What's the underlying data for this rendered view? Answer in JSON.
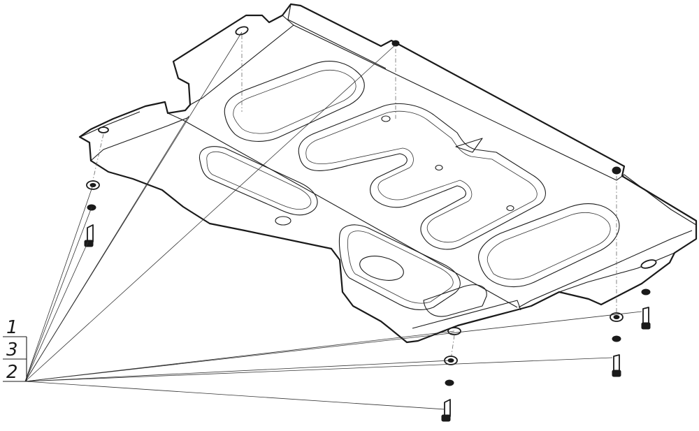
{
  "callouts": {
    "item_1": "1",
    "item_2": "2",
    "item_3": "3"
  },
  "colors": {
    "line": "#1a1a1a",
    "background": "#ffffff"
  }
}
